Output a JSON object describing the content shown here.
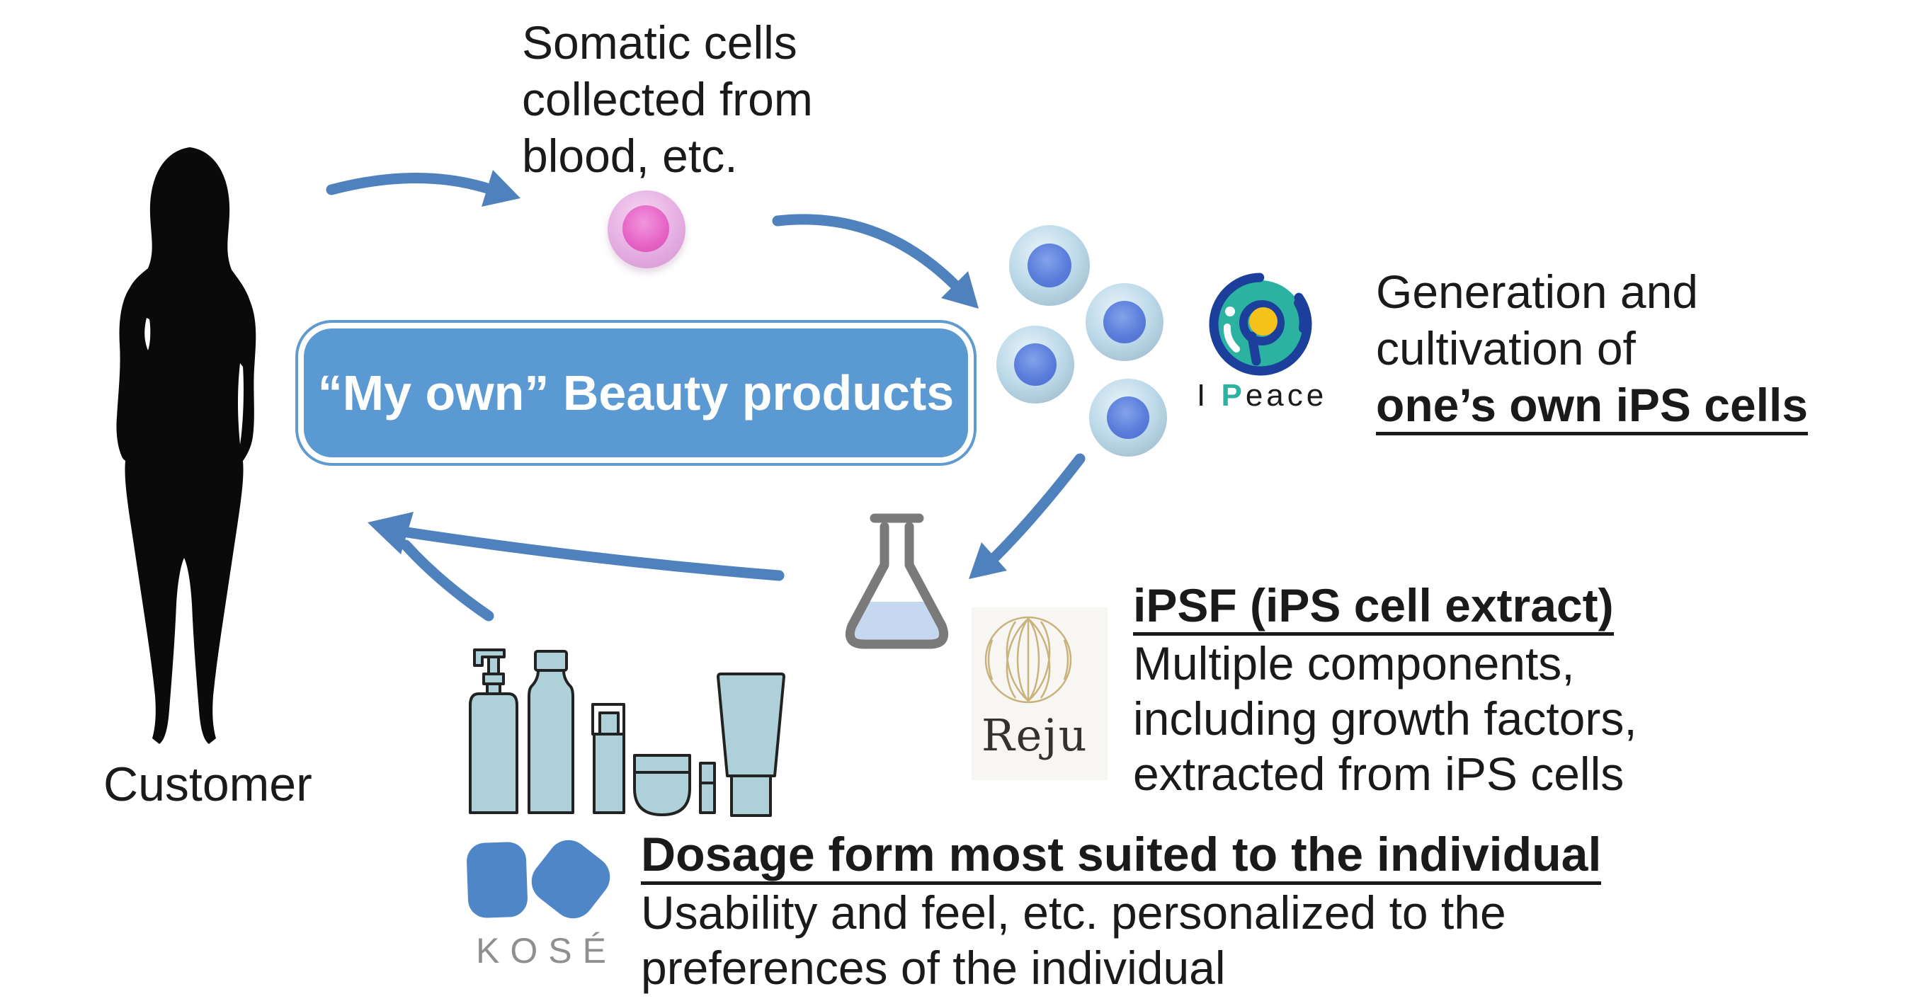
{
  "labels": {
    "customer": "Customer",
    "somatic_lines": [
      "Somatic cells",
      "collected from",
      "blood, etc."
    ],
    "center_box": "“My own” Beauty products",
    "generation_lines": [
      "Generation and",
      "cultivation of"
    ],
    "generation_emphasis": "one’s own iPS cells",
    "ipsf_heading": "iPSF (iPS cell extract)",
    "ipsf_lines": [
      "Multiple components,",
      "including growth factors,",
      "extracted from iPS cells"
    ],
    "dosage_heading": "Dosage form most suited to the individual",
    "dosage_lines": [
      "Usability and feel, etc. personalized to the",
      "preferences of the individual"
    ]
  },
  "logos": {
    "ipeace": {
      "part_i": "I ",
      "part_p": "P",
      "part_rest": "eace"
    },
    "reju": {
      "wordmark": "Reju"
    },
    "kose": {
      "wordmark": "KOSÉ"
    }
  },
  "icons": [
    "woman-silhouette-icon",
    "somatic-cell-icon",
    "ips-cell-icon",
    "flask-icon",
    "pump-bottle-icon",
    "toner-bottle-icon",
    "serum-bottle-icon",
    "cream-jar-icon",
    "stick-icon",
    "tube-icon",
    "ipeace-logo-icon",
    "reju-logo-icon",
    "kose-logo-icon"
  ],
  "colors": {
    "arrow_blue": "#4f81bd",
    "box_fill": "#5b99d2",
    "box_border": "#5f9ad0",
    "text_black": "#1a1a1a",
    "bottle_fill": "#aed0d8",
    "bottle_stroke": "#222222",
    "kose_blue": "#4f86c8",
    "kose_gray": "#8f8f8f",
    "ipeace_navy": "#1c3f9c",
    "ipeace_teal": "#2cb2a0",
    "ipeace_yellow": "#f5c21b",
    "reju_gold": "#c9b27c",
    "reju_text": "#35312e",
    "reju_bg": "#f7f6f3",
    "flask_gray": "#7a7a7a",
    "flask_liquid": "#c6d8ef",
    "pink_cell": "#e5aee2",
    "pink_nucleus": "#e563c5",
    "ips_cell": "#bcd9e9",
    "ips_nucleus": "#5b7edb",
    "silhouette_black": "#0a0a0a"
  }
}
